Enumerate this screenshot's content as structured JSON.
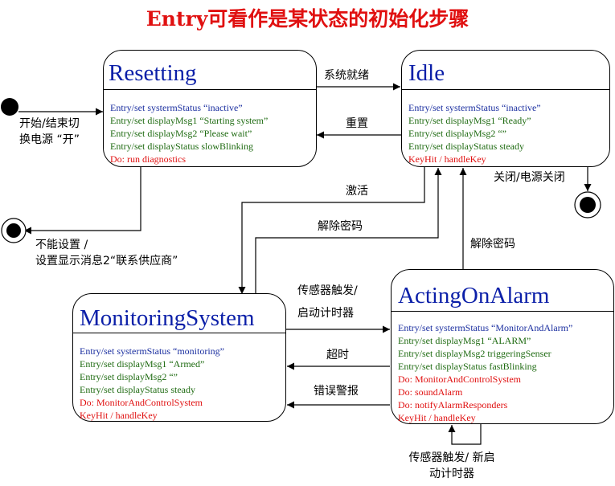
{
  "title": "Entry可看作是某状态的初始化步骤",
  "states": {
    "resetting": {
      "name": "Resetting",
      "lines": [
        {
          "text": "Entry/set systermStatus “inactive”",
          "color": "blue"
        },
        {
          "text": "Entry/set displayMsg1 “Starting system”",
          "color": "green"
        },
        {
          "text": "Entry/set displayMsg2 “Please wait”",
          "color": "green"
        },
        {
          "text": "Entry/set displayStatus slowBlinking",
          "color": "green"
        },
        {
          "text": "Do: run diagnostics",
          "color": "red"
        }
      ]
    },
    "idle": {
      "name": "Idle",
      "lines": [
        {
          "text": "Entry/set systermStatus “inactive”",
          "color": "blue"
        },
        {
          "text": "Entry/set displayMsg1 “Ready”",
          "color": "green"
        },
        {
          "text": "Entry/set displayMsg2 “”",
          "color": "green"
        },
        {
          "text": "Entry/set displayStatus steady",
          "color": "green"
        },
        {
          "text": "KeyHit  / handleKey",
          "color": "red"
        }
      ]
    },
    "monitoring": {
      "name": "MonitoringSystem",
      "lines": [
        {
          "text": "Entry/set systermStatus “monitoring”",
          "color": "blue"
        },
        {
          "text": "Entry/set displayMsg1 “Armed”",
          "color": "green"
        },
        {
          "text": "Entry/set displayMsg2 “”",
          "color": "green"
        },
        {
          "text": "Entry/set displayStatus steady",
          "color": "green"
        },
        {
          "text": "Do: MonitorAndControlSystem",
          "color": "red"
        },
        {
          "text": "KeyHit  / handleKey",
          "color": "red"
        }
      ]
    },
    "acting": {
      "name": "ActingOnAlarm",
      "lines": [
        {
          "text": "Entry/set systermStatus “MonitorAndAlarm”",
          "color": "blue"
        },
        {
          "text": "Entry/set displayMsg1 “ALARM”",
          "color": "green"
        },
        {
          "text": "Entry/set displayMsg2 triggeringSenser",
          "color": "green"
        },
        {
          "text": "Entry/set displayStatus fastBlinking",
          "color": "green"
        },
        {
          "text": "Do: MonitorAndControlSystem",
          "color": "red"
        },
        {
          "text": "Do: soundAlarm",
          "color": "red"
        },
        {
          "text": "Do: notifyAlarmResponders",
          "color": "red"
        },
        {
          "text": "KeyHit  / handleKey",
          "color": "red"
        }
      ]
    }
  },
  "transitions": {
    "start": [
      "开始/结束切",
      "换电源 “开”"
    ],
    "system_ready": "系统就绪",
    "reset": "重置",
    "power_off": "关闭/电源关闭",
    "cannot_set": [
      "不能设置 /",
      "设置显示消息2“联系供应商”"
    ],
    "activate": "激活",
    "disarm_monitor": "解除密码",
    "disarm_alarm": "解除密码",
    "sensor_trigger": [
      "传感器触发/",
      "启动计时器"
    ],
    "timeout": "超时",
    "wrong_alarm": "错误警报",
    "sensor_restart": [
      "传感器触发/ 新启",
      "动计时器"
    ]
  },
  "colors": {
    "title": "#e01010",
    "state_name": "#0b1fa8",
    "entry_blue": "#1b2fa0",
    "entry_green": "#1f6b12",
    "action_red": "#e01010"
  }
}
